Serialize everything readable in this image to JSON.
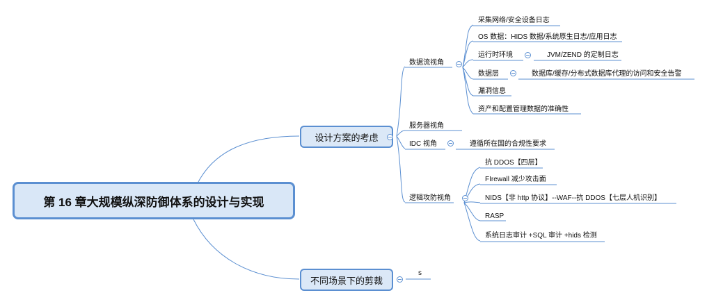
{
  "root": {
    "title": "第 16 章大规模纵深防御体系的设计与实现"
  },
  "branches": {
    "design": "设计方案的考虑",
    "scenarios": "不同场景下的剪裁"
  },
  "subtopics": {
    "data_flow": "数据流视角",
    "server": "服务器视角",
    "idc": "IDC 视角",
    "logic_attack": "逻辑攻防视角"
  },
  "leaves": {
    "collect": "采集网络/安全设备日志",
    "os_data": "OS 数据：HIDS 数据/系统原生日志/应用日志",
    "runtime": "运行时环境",
    "runtime_detail": "JVM/ZEND 的定制日志",
    "data_layer": "数据层",
    "data_layer_detail": "数据库/缓存/分布式数据库代理的访问和安全告警",
    "vuln": "漏洞信息",
    "asset": "资产和配置管理数据的准确性",
    "idc_detail": "遵循所在国的合规性要求",
    "ddos": "抗 DDOS【四层】",
    "firewall": "FIrewall 减少攻击面",
    "nids": "NIDS【非 http 协议】--WAF--抗 DDOS【七层人机识别】",
    "rasp": "RASP",
    "audit": "系统日志审计 +SQL 审计 +hids 检测",
    "s": "s"
  },
  "colors": {
    "line": "#5b8fd1",
    "branch_fill": "#dbe8f7",
    "root_fill": "#d9e7f7"
  }
}
